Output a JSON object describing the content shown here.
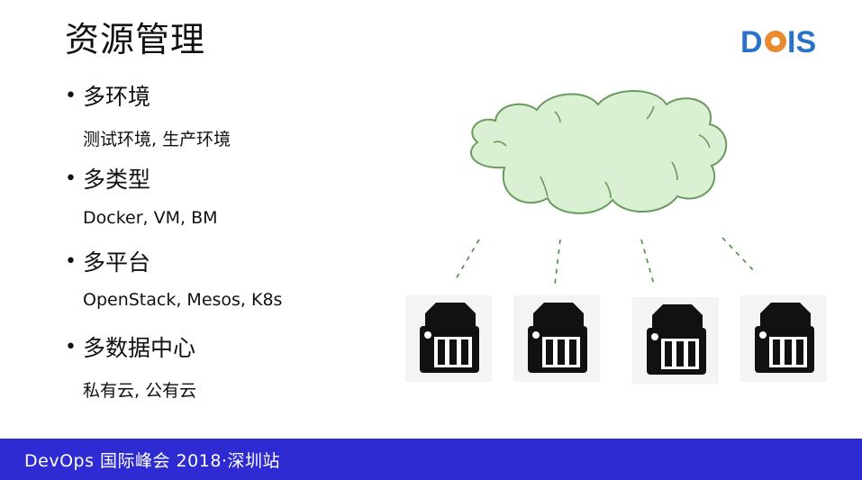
{
  "slide": {
    "title": "资源管理",
    "logo_text": "DOIS",
    "colors": {
      "logo_blue": "#2b73c8",
      "logo_orange": "#e98a2f",
      "cloud_fill": "#d9f0d3",
      "cloud_stroke": "#6b9a5e",
      "footer_bg": "#2d2bd1"
    },
    "bullets": [
      {
        "label": "多环境",
        "sub": "测试环境, 生产环境"
      },
      {
        "label": "多类型",
        "sub": "Docker, VM, BM"
      },
      {
        "label": "多平台",
        "sub": "OpenStack, Mesos, K8s"
      },
      {
        "label": "多数据中心",
        "sub": "私有云, 公有云"
      }
    ],
    "diagram": {
      "cloud_icon": "cloud-icon",
      "server_icon": "server-icon",
      "server_count": 4
    },
    "footer": {
      "text": "DevOps 国际峰会 2018·深圳站"
    }
  }
}
